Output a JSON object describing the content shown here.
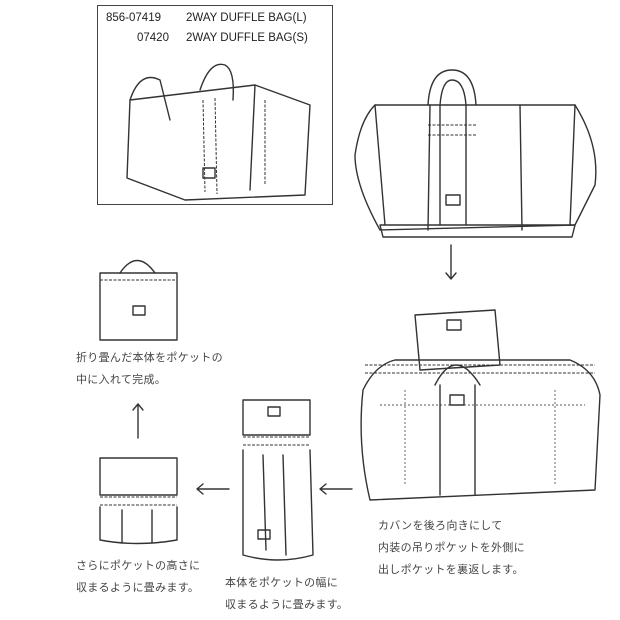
{
  "product": {
    "lines": [
      {
        "code": "856-07419",
        "name": "2WAY DUFFLE BAG(L)"
      },
      {
        "code": "07420",
        "name": "2WAY DUFFLE BAG(S)"
      }
    ]
  },
  "steps": {
    "step1": [
      "カバンを後ろ向きにして",
      "内装の吊りポケットを外側に",
      "出しポケットを裏返します。"
    ],
    "step2": [
      "本体をポケットの幅に",
      "収まるように畳みます。"
    ],
    "step3": [
      "さらにポケットの高さに",
      "収まるように畳みます。"
    ],
    "step4": [
      "折り畳んだ本体をポケットの",
      "中に入れて完成。"
    ]
  },
  "icons": {
    "arrow_down": "arrow-down-icon",
    "arrow_left": "arrow-left-icon",
    "arrow_up": "arrow-up-icon"
  }
}
